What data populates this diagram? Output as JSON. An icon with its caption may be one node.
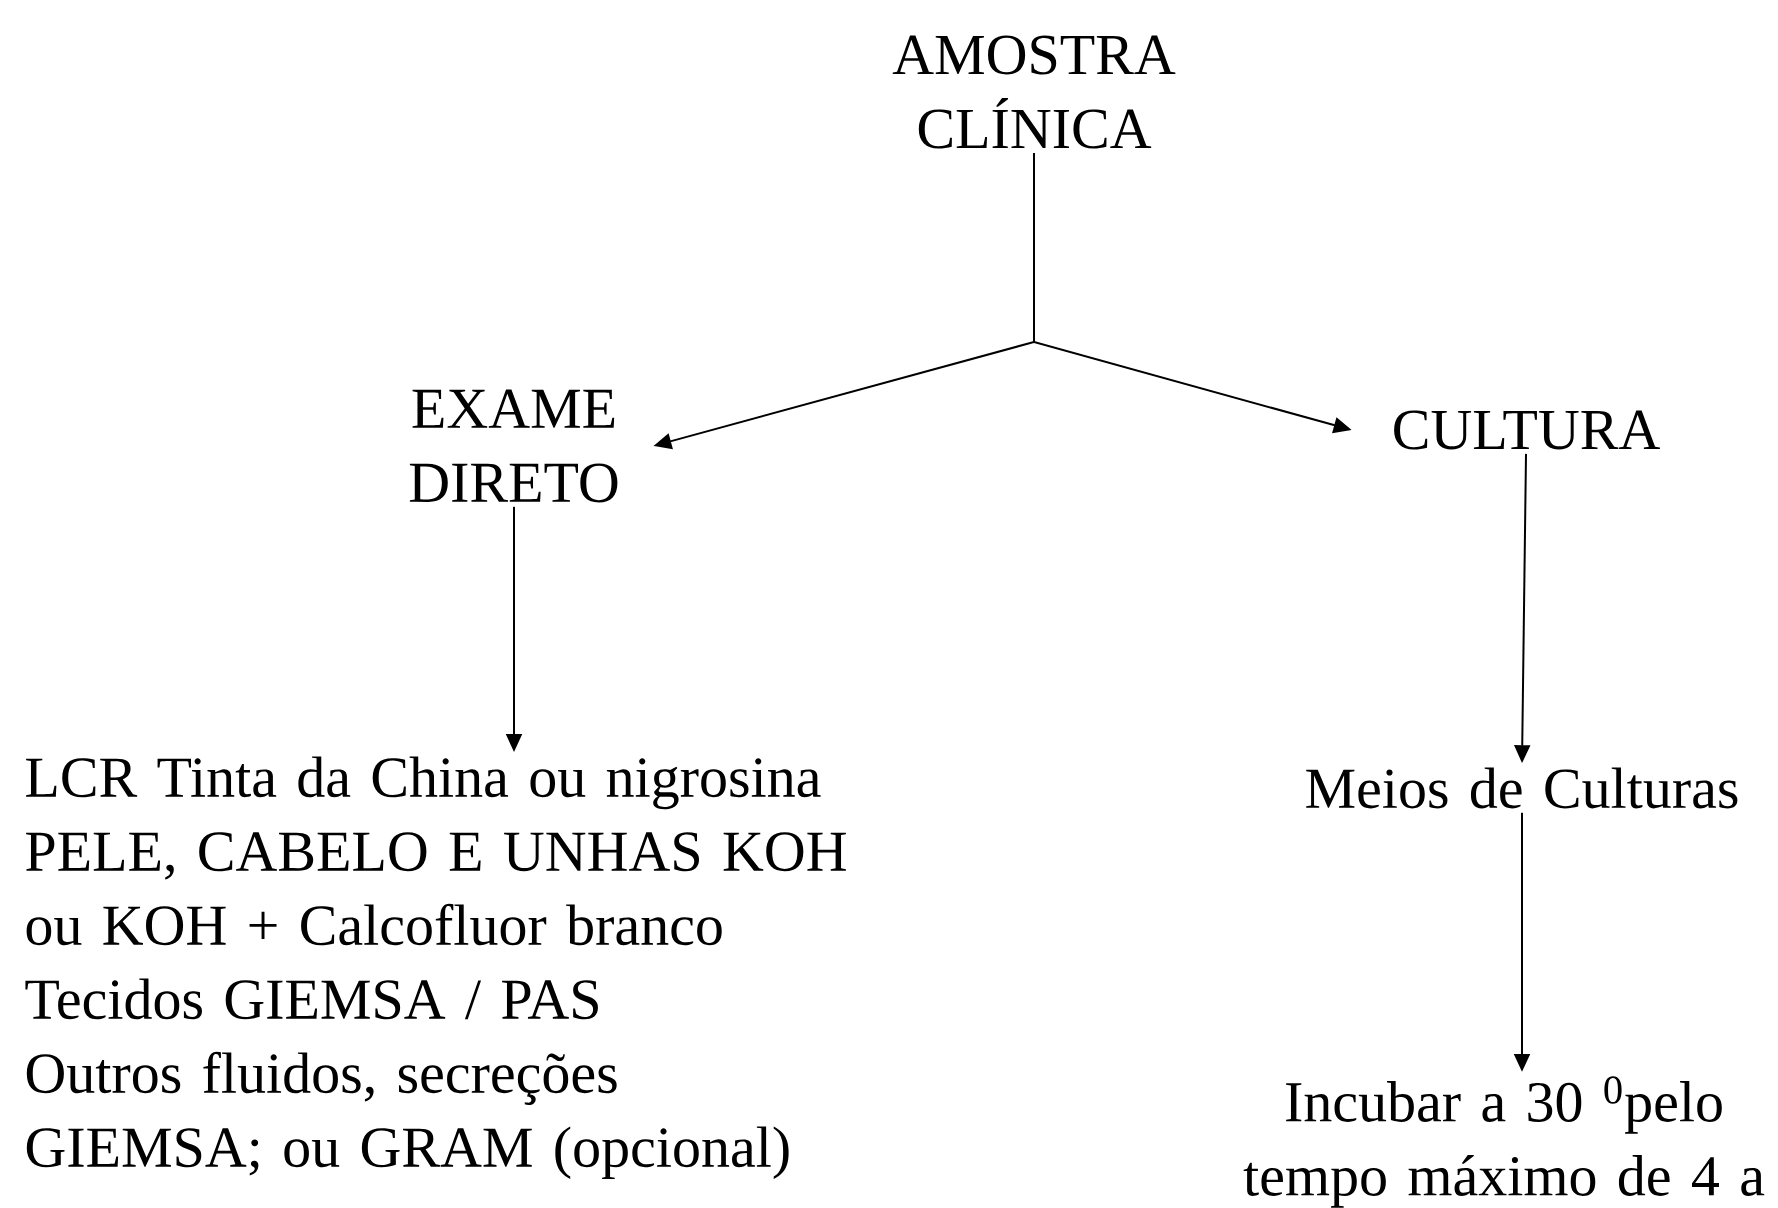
{
  "diagram": {
    "nodes": [
      {
        "text": [
          "AMOSTRA CLÍNICA"
        ]
      },
      {
        "text": [
          "EXAME DIRETO"
        ]
      },
      {
        "text": [
          "CULTURA"
        ]
      },
      {
        "text": [
          "LCR Tinta da China ou nigrosina",
          "PELE, CABELO E UNHAS KOH",
          "ou KOH + Calcofluor branco",
          "Tecidos GIEMSA / PAS",
          "Outros fluidos, secreções",
          "GIEMSA; ou GRAM (opcional)"
        ]
      },
      {
        "text": [
          "Meios de Culturas"
        ]
      },
      {
        "text": [
          "Incubar a 30 $^{0}$pelo tempo máximo de 4 a"
        ]
      }
    ],
    "edges": [
      {
        "from": 0,
        "to": 1,
        "arrow": "to"
      },
      {
        "from": 0,
        "to": 2,
        "arrow": "to"
      },
      {
        "from": 1,
        "to": 3,
        "arrow": "to"
      },
      {
        "from": 2,
        "to": 4,
        "arrow": "to"
      },
      {
        "from": 4,
        "to": 5,
        "arrow": "to"
      }
    ]
  }
}
